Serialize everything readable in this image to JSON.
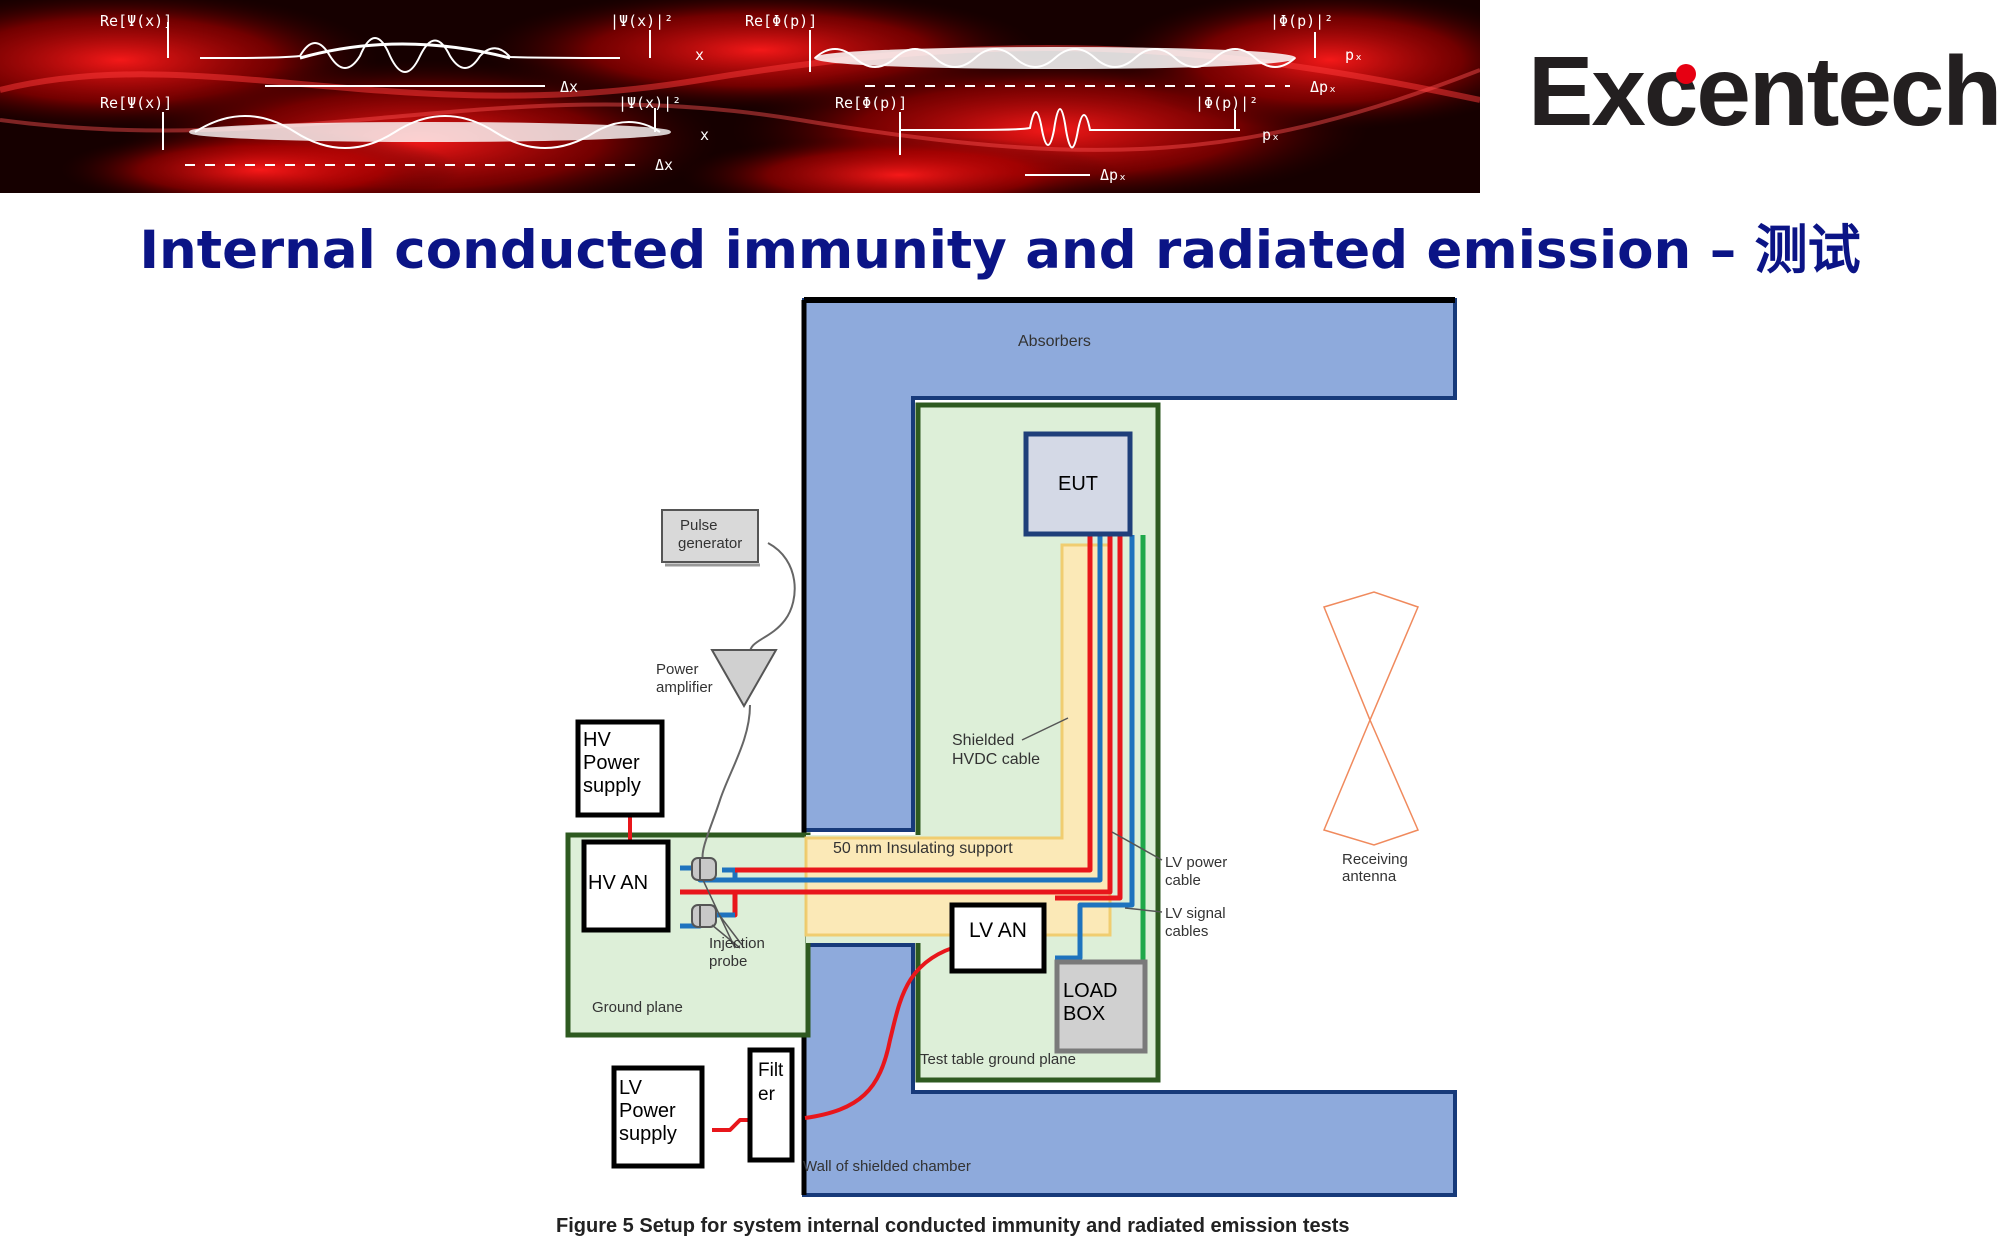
{
  "banner": {
    "formula_labels": [
      "Re[Ψ(x)]",
      "|Ψ(x)|²",
      "Re[Φ(p)]",
      "|Φ(p)|²",
      "Re[Ψ(x)]",
      "|Ψ(x)|²",
      "Re[Φ(p)]",
      "|Φ(p)|²"
    ],
    "axis_labels": [
      "x",
      "Δx",
      "pₓ",
      "Δpₓ",
      "x",
      "Δx",
      "pₓ",
      "Δpₓ"
    ]
  },
  "logo": {
    "text_pre": "Ex",
    "text_c": "c",
    "text_post": "entech",
    "dot_color": "#e60012"
  },
  "slide_title": "Internal conducted immunity and radiated emission – 测试",
  "diagram": {
    "absorbers": "Absorbers",
    "eut": "EUT",
    "pulse_generator": [
      "Pulse",
      "generator"
    ],
    "power_amplifier": [
      "Power",
      "amplifier"
    ],
    "hv_power_supply": [
      "HV",
      "Power",
      "supply"
    ],
    "hv_an": "HV AN",
    "shielded_cable": [
      "Shielded",
      "HVDC cable"
    ],
    "insulating_support": "50 mm Insulating support",
    "injection_probe": [
      "Injection",
      "probe"
    ],
    "lv_an": "LV AN",
    "load_box": [
      "LOAD",
      "BOX"
    ],
    "ground_plane": "Ground plane",
    "test_table": "Test table ground plane",
    "lv_power_cable": [
      "LV power",
      "cable"
    ],
    "lv_signal_cables": [
      "LV signal",
      "cables"
    ],
    "receiving_antenna": [
      "Receiving",
      "antenna"
    ],
    "lv_power_supply": [
      "LV",
      "Power",
      "supply"
    ],
    "filter": [
      "Filt",
      "er"
    ],
    "wall": "Wall of shielded chamber"
  },
  "caption": "Figure 5 Setup for system internal conducted immunity and radiated emission tests",
  "colors": {
    "title": "#0b1486",
    "absorber": "#8eaadc",
    "ground_plane": "#ddefd8",
    "insulation": "#fde9b6",
    "cable_red": "#e8161b",
    "cable_blue": "#1e73be",
    "cable_green": "#1fa84a"
  }
}
